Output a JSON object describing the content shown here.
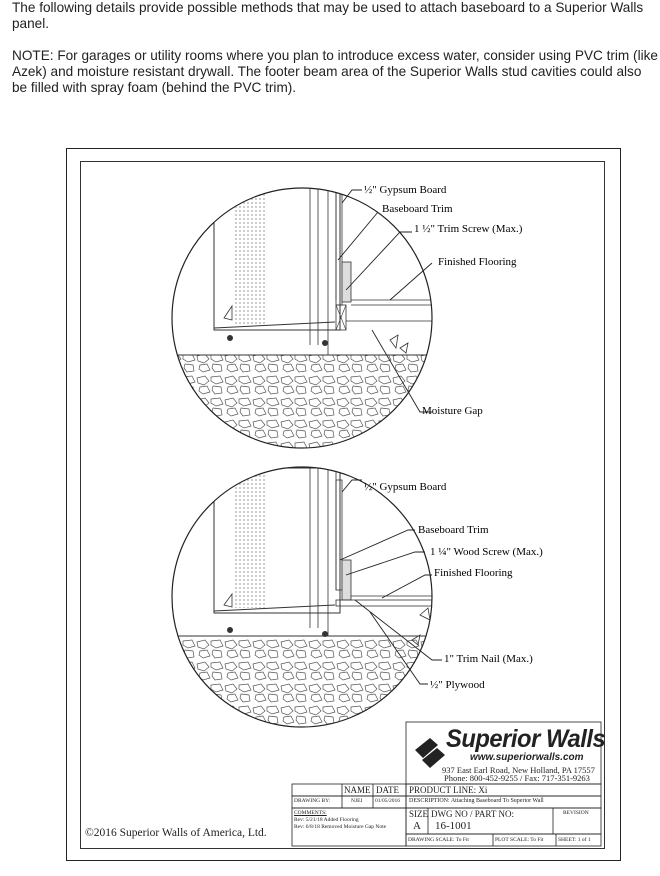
{
  "intro": {
    "paragraph1": "The following details provide possible methods that may be used to attach baseboard to a Superior Walls panel.",
    "paragraph2": "NOTE: For garages or utility rooms where you plan to introduce excess water, consider using PVC trim (like Azek) and moisture resistant drywall.  The footer beam area of the Superior Walls stud cavities could also be filled with spray foam (behind the PVC trim)."
  },
  "detail1": {
    "callouts": {
      "gypsum": "½\" Gypsum Board",
      "baseboard": "Baseboard Trim",
      "screw": "1 ½\" Trim Screw (Max.)",
      "flooring": "Finished Flooring",
      "moisture": "Moisture Gap"
    }
  },
  "detail2": {
    "callouts": {
      "gypsum": "½\" Gypsum Board",
      "baseboard": "Baseboard Trim",
      "screw": "1 ¼\" Wood Screw (Max.)",
      "flooring": "Finished Flooring",
      "nail": "1\" Trim Nail (Max.)",
      "plywood": "½\" Plywood"
    }
  },
  "title_block": {
    "logo": "Superior Walls",
    "website": "www.superiorwalls.com",
    "address": "937 East Earl Road, New Holland, PA  17557",
    "phone": "Phone:  800-452-9255 / Fax: 717-351-9263",
    "name_header": "NAME",
    "date_header": "DATE",
    "product_line": "PRODUCT LINE: Xi",
    "drawn_by_label": "DRAWING BY:",
    "drawn_by": "NJEI",
    "drawn_date": "01/05/2016",
    "description": "DESCRIPTION: Attaching Baseboard To Superior Wall",
    "comments_label": "COMMENTS:",
    "comment1": "Rev: 5/21/18 Added Flooring",
    "comment2": "Rev: 6/8/18 Removed Moisture Gap Note",
    "size_label": "SIZE",
    "size": "A",
    "dwg_label": "DWG  NO / PART NO:",
    "dwg_no": "16-1001",
    "revision_label": "REVISION",
    "drawing_scale": "DRAWING SCALE: To Fit",
    "plot_scale": "PLOT SCALE: To Fit",
    "sheet": "SHEET: 1 of 1"
  },
  "copyright": "©2016 Superior Walls of America, Ltd."
}
